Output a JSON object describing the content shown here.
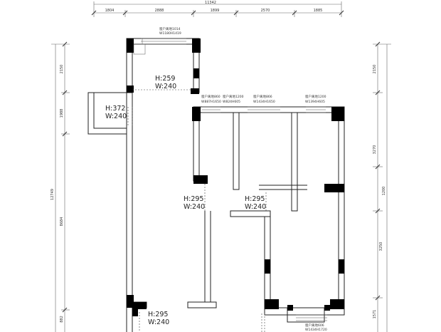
{
  "top_dimensions": {
    "overall": "11342",
    "segments": [
      "1804",
      "2888",
      "1899",
      "2570",
      "1885"
    ]
  },
  "left_dimensions": {
    "overall": "12749",
    "segments": [
      "2150",
      "1988",
      "8684",
      "882"
    ]
  },
  "right_dimensions": {
    "segments": [
      "2150",
      "3270",
      "1200",
      "3250",
      "1571"
    ]
  },
  "windows": [
    {
      "label": "窗户离地1014",
      "size": "W1180H1419"
    },
    {
      "label": "窗户离地860",
      "size": "W887H1650"
    },
    {
      "label": "窗户离地1200",
      "size": "W824H605"
    },
    {
      "label": "窗户离地866",
      "size": "W1434H1650"
    },
    {
      "label": "窗户离地1200",
      "size": "W1394H605"
    },
    {
      "label": "窗户离地606",
      "size": "W1434H1720"
    }
  ],
  "openings": [
    {
      "h": "H:259",
      "w": "W:240"
    },
    {
      "h": "H:372",
      "w": "W:240"
    },
    {
      "h": "H:295",
      "w": "W:240"
    },
    {
      "h": "H:295",
      "w": "W:240"
    },
    {
      "h": "H:295",
      "w": "W:240"
    }
  ]
}
